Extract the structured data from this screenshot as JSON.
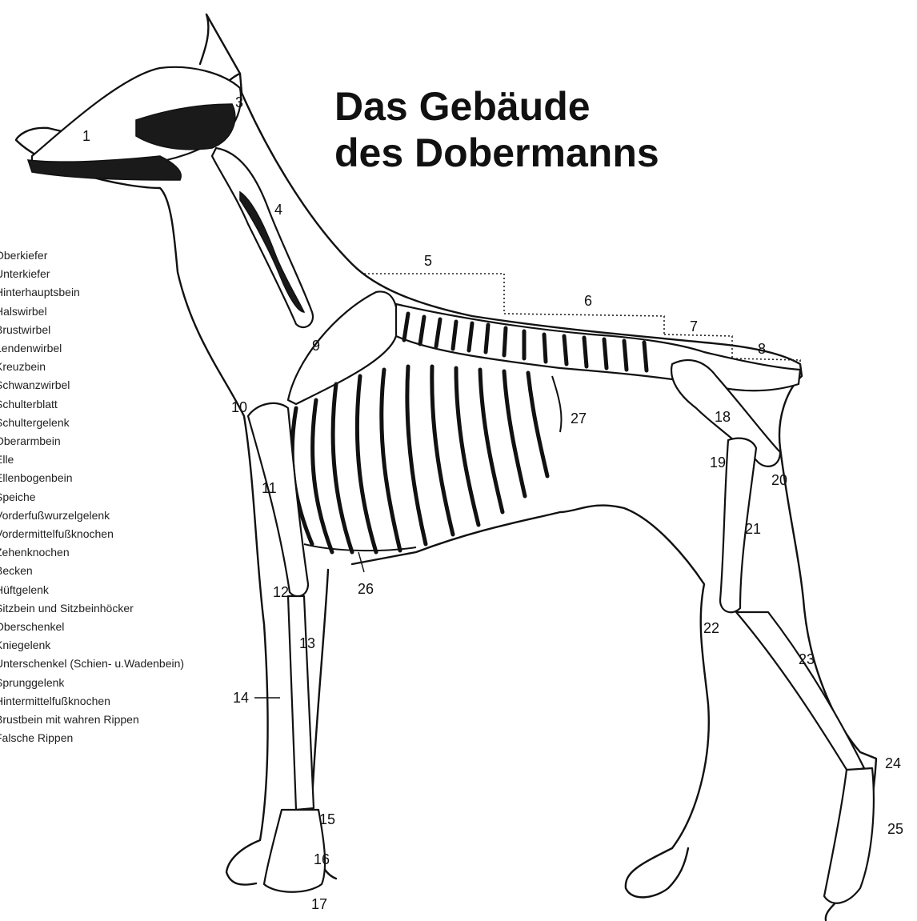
{
  "title": {
    "line1": "Das Gebäude",
    "line2": "des Dobermanns"
  },
  "legend": [
    "Oberkiefer",
    "Unterkiefer",
    "Hinterhauptsbein",
    "Halswirbel",
    "Brustwirbel",
    "Lendenwirbel",
    "Kreuzbein",
    "Schwanzwirbel",
    "Schulterblatt",
    "Schultergelenk",
    "Oberarmbein",
    "Elle",
    "Ellenbogenbein",
    "Speiche",
    "Vorderfußwurzelgelenk",
    "Vordermittelfußknochen",
    "Zehenknochen",
    "Becken",
    "Hüftgelenk",
    "Sitzbein und Sitzbeinhöcker",
    "Oberschenkel",
    "Kniegelenk",
    "Unterschenkel (Schien- u.Wadenbein)",
    "Sprunggelenk",
    "Hintermittelfußknochen",
    "Brustbein mit wahren Rippen",
    "Falsche Rippen"
  ],
  "markers": [
    "1",
    "3",
    "4",
    "5",
    "6",
    "7",
    "8",
    "9",
    "10",
    "11",
    "12",
    "13",
    "14",
    "15",
    "16",
    "17",
    "18",
    "19",
    "20",
    "21",
    "22",
    "23",
    "24",
    "25",
    "26",
    "27"
  ],
  "colors": {
    "ink": "#111111",
    "background": "#ffffff"
  }
}
